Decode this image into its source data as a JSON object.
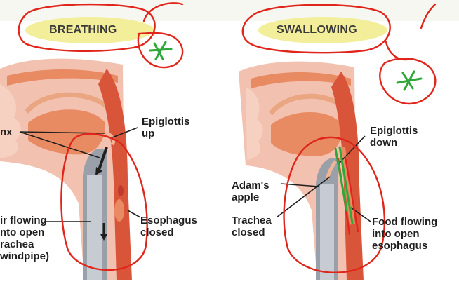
{
  "colors": {
    "highlight": "#f3ee9a",
    "ink_red": "#e0261b",
    "ink_green": "#2fa83a",
    "tissue_pink": "#f2c1b0",
    "tissue_orange": "#e88a62",
    "muscle_red": "#d9553a",
    "airway_grey": "#9aa0aa"
  },
  "panels": [
    {
      "title": "BREATHING",
      "labels": {
        "larynx": "nx",
        "epiglottis": "Epiglottis\nup",
        "air": "ir flowing\nnto open\nrachea\nwindpipe)",
        "esophagus": "Esophagus\nclosed"
      }
    },
    {
      "title": "SWALLOWING",
      "labels": {
        "epiglottis": "Epiglottis\ndown",
        "adams_apple": "Adam's\napple",
        "trachea": "Trachea\nclosed",
        "food": "Food flowing\ninto open\nesophagus"
      }
    }
  ],
  "annotations": [
    "red-pen-circles",
    "green-star-marks"
  ]
}
